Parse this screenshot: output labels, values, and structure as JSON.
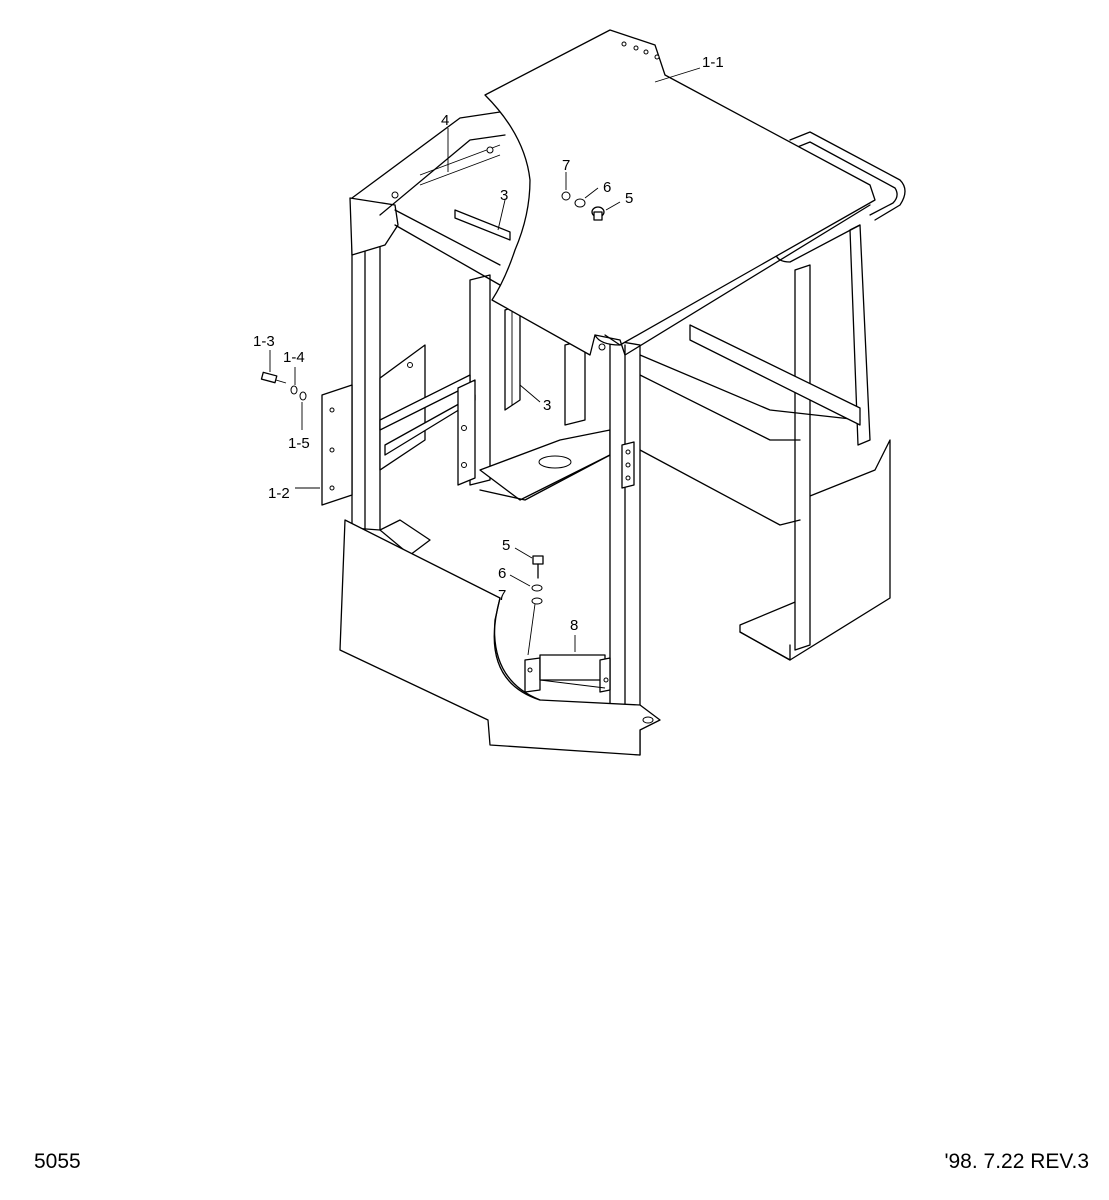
{
  "footer": {
    "page_number": "5055",
    "revision": "'98. 7.22 REV.3"
  },
  "callouts": {
    "p1_1": "1-1",
    "p1_2": "1-2",
    "p1_3": "1-3",
    "p1_4": "1-4",
    "p1_5": "1-5",
    "p3a": "3",
    "p3b": "3",
    "p4": "4",
    "p5a": "5",
    "p5b": "5",
    "p6a": "6",
    "p6b": "6",
    "p7a": "7",
    "p7b": "7",
    "p8": "8"
  },
  "colors": {
    "line": "#000000",
    "background": "#ffffff"
  }
}
